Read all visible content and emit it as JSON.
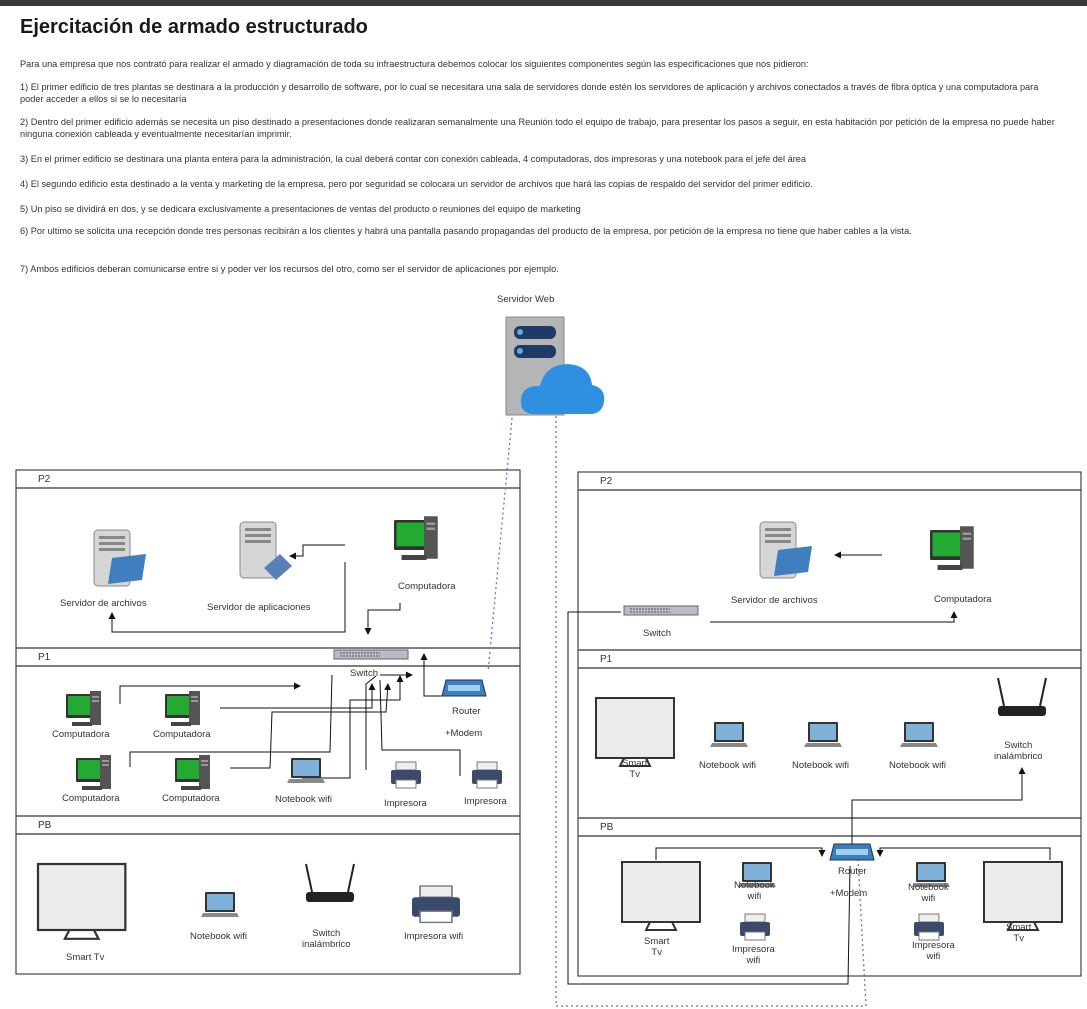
{
  "title": "Ejercitación de armado estructurado",
  "intro": "Para una empresa que  nos contrató para realizar el armado y diagramación de toda su infraestructura debemos colocar los siguientes componentes según las especificaciones que nos pidieron:",
  "paragraphs": [
    "1) El primer edificio de tres plantas se destinara a la producción y desarrollo de software, por lo cual se necesitara una sala de servidores donde estén los servidores de aplicación y archivos conectados a través de fibra óptica y una computadora para poder acceder a ellos si se lo necesitaría",
    "2) Dentro del primer edificio además se necesita un piso destinado a presentaciones donde realizaran semanalmente una Reunión todo el equipo de trabajo, para presentar los pasos a seguir, en esta habitación por petición de la empresa no puede haber ninguna conexión cableada y eventualmente necesitarían imprimir.",
    "3) En el primer edificio se destinara una planta entera para la administración, la cual deberá contar con conexión cableada, 4 computadoras, dos impresoras y una notebook para el jefe del área",
    "4) El segundo edificio esta destinado a la venta y marketing de la empresa, pero por seguridad se colocara un servidor de archivos que hará las copias de respaldo del servidor del primer edificio.",
    "5) Un piso se dividirá en dos, y se dedicara exclusivamente a presentaciones de ventas del producto o reuniones del equipo de marketing",
    "6) Por ultimo se solicita una recepción donde tres personas recibirán a los clientes y habrá una pantalla pasando propagandas del producto de la empresa, por petición de la empresa no tiene que haber cables a la vista.",
    "7) Ambos edificios deberan comunicarse entre si y poder ver los recursos del otro, como ser el servidor de aplicaciones por ejemplo."
  ],
  "web_server": {
    "label": "Servidor Web",
    "icon": "cloud-server-icon"
  },
  "building1": {
    "p2": {
      "floor": "P2",
      "file_server": "Servidor de archivos",
      "app_server": "Servidor de aplicaciones",
      "computer": "Computadora"
    },
    "p1": {
      "floor": "P1",
      "switch": "Switch",
      "router": "Router",
      "router_modem": "+Modem",
      "pc1": "Computadora",
      "pc2": "Computadora",
      "pc3": "Computadora",
      "pc4": "Computadora",
      "notebook": "Notebook wifi",
      "printer1": "Impresora",
      "printer2": "Impresora"
    },
    "pb": {
      "floor": "PB",
      "smart_tv": "Smart Tv",
      "notebook": "Notebook wifi",
      "wireless_switch": "Switch\ninalámbrico",
      "printer": "Impresora wifi"
    }
  },
  "building2": {
    "p2": {
      "floor": "P2",
      "file_server": "Servidor de archivos",
      "computer": "Computadora",
      "switch": "Switch"
    },
    "p1": {
      "floor": "P1",
      "smart_tv": "Smart\nTv",
      "notebook1": "Notebook wifi",
      "notebook2": "Notebook wifi",
      "notebook3": "Notebook wifi",
      "wireless_switch": "Switch\ninalámbrico"
    },
    "pb": {
      "floor": "PB",
      "router": "Router",
      "router_modem": "+Modem",
      "smart_tv1": "Smart\nTv",
      "smart_tv2": "Smart\nTv",
      "notebook1": "Notebook\nwifi",
      "notebook2": "Notebook\nwifi",
      "printer1": "Impresora\nwifi",
      "printer2": "Impresora\nwifi"
    }
  },
  "colors": {
    "cable": "#111111",
    "dotted_link": "#6a6ae0",
    "monitor_green": "#22aa33",
    "cloud_blue": "#2f8fe0",
    "floor_border": "#444444"
  }
}
